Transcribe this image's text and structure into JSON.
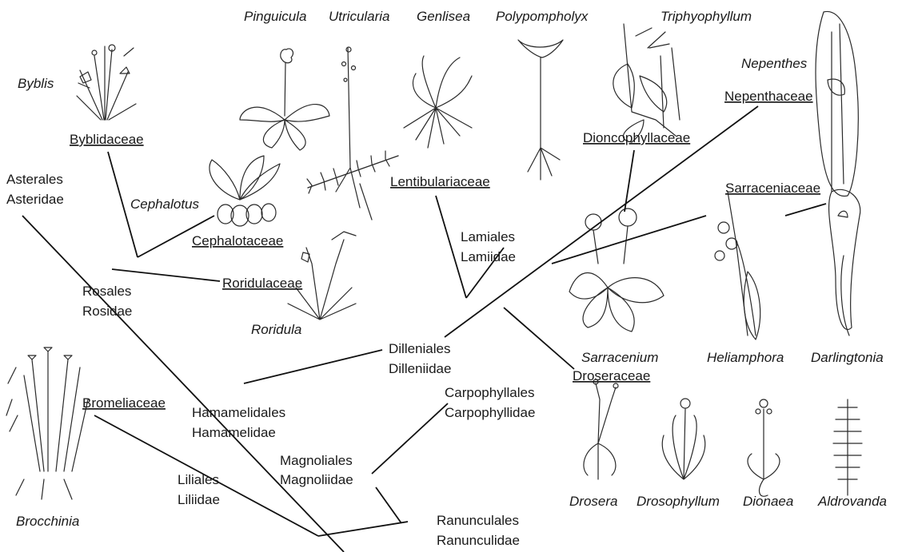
{
  "orders": {
    "asterales": [
      "Asterales",
      "Asteridae"
    ],
    "rosales": [
      "Rosales",
      "Rosidae"
    ],
    "lamiales": [
      "Lamiales",
      "Lamiidae"
    ],
    "dilleniales": [
      "Dilleniales",
      "Dilleniidae"
    ],
    "hamamelidales": [
      "Hamamelidales",
      "Hamamelidae"
    ],
    "carpophyllales": [
      "Carpophyllales",
      "Carpophyllidae"
    ],
    "magnoliales": [
      "Magnoliales",
      "Magnoliidae"
    ],
    "liliales": [
      "Liliales",
      "Liliidae"
    ],
    "ranunculales": [
      "Ranunculales",
      "Ranunculidae"
    ]
  },
  "families": {
    "byblidaceae": "Byblidaceae",
    "cephalotaceae": "Cephalotaceae",
    "roridulaceae": "Roridulaceae",
    "lentibulariaceae": "Lentibulariaceae",
    "dioncophyllaceae": "Dioncophyllaceae",
    "nepenthaceae": "Nepenthaceae",
    "sarraceniaceae": "Sarraceniaceae",
    "droseraceae": "Droseraceae",
    "bromeliaceae": "Bromeliaceae"
  },
  "genera": {
    "byblis": "Byblis",
    "cephalotus": "Cephalotus",
    "roridula": "Roridula",
    "pinguicula": "Pinguicula",
    "utricularia": "Utricularia",
    "genlisea": "Genlisea",
    "polypompholyx": "Polypompholyx",
    "triphyophyllum": "Triphyophyllum",
    "nepenthes": "Nepenthes",
    "sarracenium": "Sarracenium",
    "heliamphora": "Heliamphora",
    "darlingtonia": "Darlingtonia",
    "drosera": "Drosera",
    "drosophyllum": "Drosophyllum",
    "dionaea": "Dionaea",
    "aldrovanda": "Aldrovanda",
    "brocchinia": "Brocchinia"
  },
  "colors": {
    "line": "#111111",
    "text": "#1a1a1a",
    "illustration": "#2a2a2a",
    "background": "#ffffff"
  }
}
